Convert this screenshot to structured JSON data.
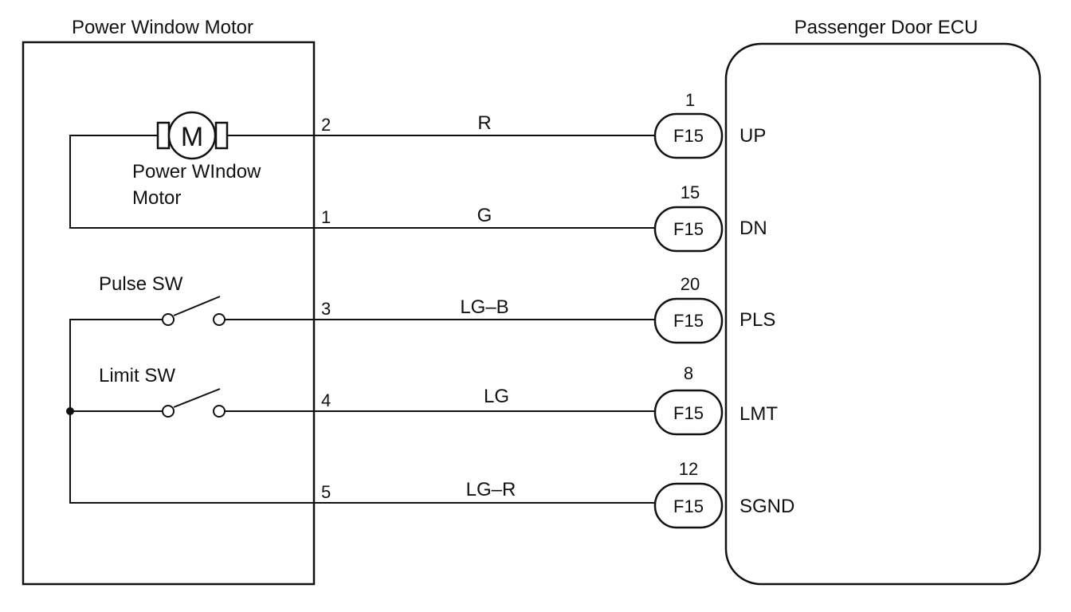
{
  "motor_box": {
    "title": "Power Window Motor",
    "motor": {
      "symbol": "M",
      "label_line1": "Power WIndow",
      "label_line2": "Motor"
    },
    "switches": [
      {
        "label": "Pulse SW"
      },
      {
        "label": "Limit SW"
      }
    ]
  },
  "ecu_box": {
    "title": "Passenger Door ECU"
  },
  "wires": [
    {
      "motor_pin": "2",
      "color": "R",
      "connector": "F15",
      "ecu_pin": "1",
      "terminal": "UP"
    },
    {
      "motor_pin": "1",
      "color": "G",
      "connector": "F15",
      "ecu_pin": "15",
      "terminal": "DN"
    },
    {
      "motor_pin": "3",
      "color": "LG–B",
      "connector": "F15",
      "ecu_pin": "20",
      "terminal": "PLS"
    },
    {
      "motor_pin": "4",
      "color": "LG",
      "connector": "F15",
      "ecu_pin": "8",
      "terminal": "LMT"
    },
    {
      "motor_pin": "5",
      "color": "LG–R",
      "connector": "F15",
      "ecu_pin": "12",
      "terminal": "SGND"
    }
  ],
  "colors": {
    "line": "#111111",
    "background": "#ffffff"
  }
}
